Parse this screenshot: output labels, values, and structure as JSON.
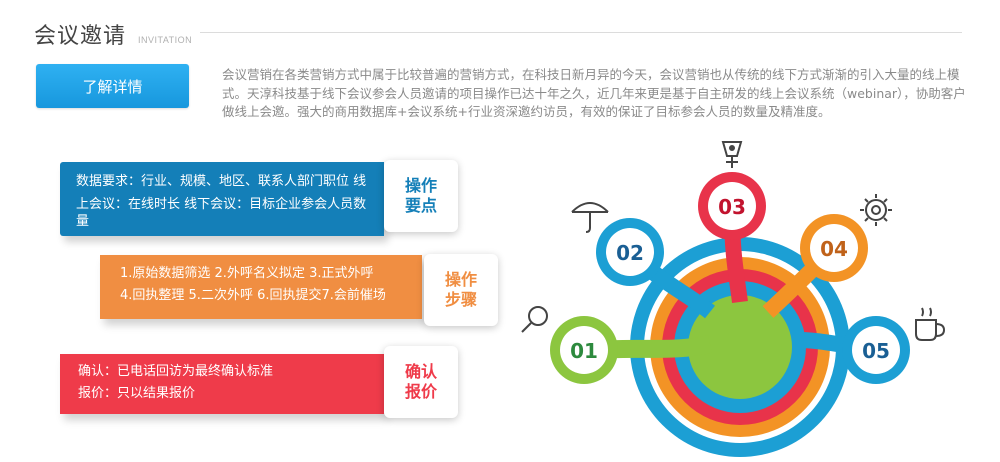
{
  "header": {
    "title": "会议邀请",
    "subtitle": "INVITATION"
  },
  "cta": {
    "label": "了解详情"
  },
  "intro": "会议营销在各类营销方式中属于比较普遍的营销方式，在科技日新月异的今天，会议营销也从传统的线下方式渐渐的引入大量的线上模式。天淳科技基于线下会议参会人员邀请的项目操作已达十年之久，近几年来更是基于自主研发的线上会议系统（webinar），协助客户做线上会邀。强大的商用数据库+会议系统+行业资深邀约访员，有效的保证了目标参会人员的数量及精准度。",
  "panels": [
    {
      "lines": [
        "数据要求：行业、规模、地区、联系人部门职位 线",
        "上会议：在线时长 线下会议：目标企业参会人员数",
        "量"
      ],
      "tag": [
        "操作",
        "要点"
      ]
    },
    {
      "lines": [
        "1.原始数据筛选 2.外呼名义拟定 3.正式外呼",
        "4.回执整理 5.二次外呼 6.回执提交7.会前催场"
      ],
      "tag": [
        "操作",
        "步骤"
      ]
    },
    {
      "lines": [
        "确认：已电话回访为最终确认标准",
        "报价：只以结果报价"
      ],
      "tag": [
        "确认",
        "报价"
      ]
    }
  ],
  "diagram": {
    "steps": [
      "01",
      "02",
      "03",
      "04",
      "05"
    ],
    "colors": {
      "step01": "#8cc63f",
      "step02": "#1c9fd4",
      "step03": "#e8334a",
      "step04": "#f39325",
      "step05": "#1c9fd4"
    },
    "icons": [
      "pen-nib-icon",
      "umbrella-icon",
      "gear-icon",
      "magnifier-icon",
      "coffee-cup-icon"
    ]
  }
}
